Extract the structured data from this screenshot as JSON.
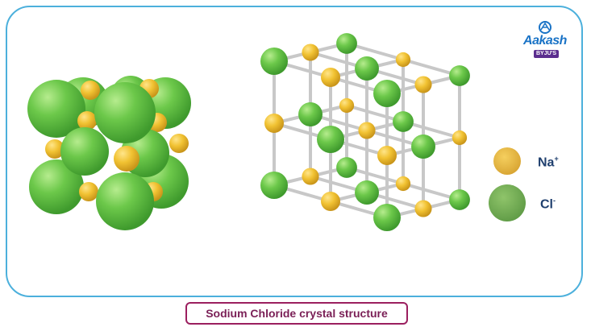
{
  "brand": {
    "name": "Aakash",
    "sub": "BYJU'S"
  },
  "legend": [
    {
      "symbol": "Na",
      "charge": "+",
      "color": "#e8b63e"
    },
    {
      "symbol": "Cl",
      "charge": "-",
      "color": "#6fb24d"
    }
  ],
  "caption": "Sodium Chloride crystal structure",
  "colors": {
    "frame": "#4cb0dc",
    "caption_border": "#9b1f5f",
    "na": "#e8b63e",
    "cl": "#6fb24d"
  }
}
